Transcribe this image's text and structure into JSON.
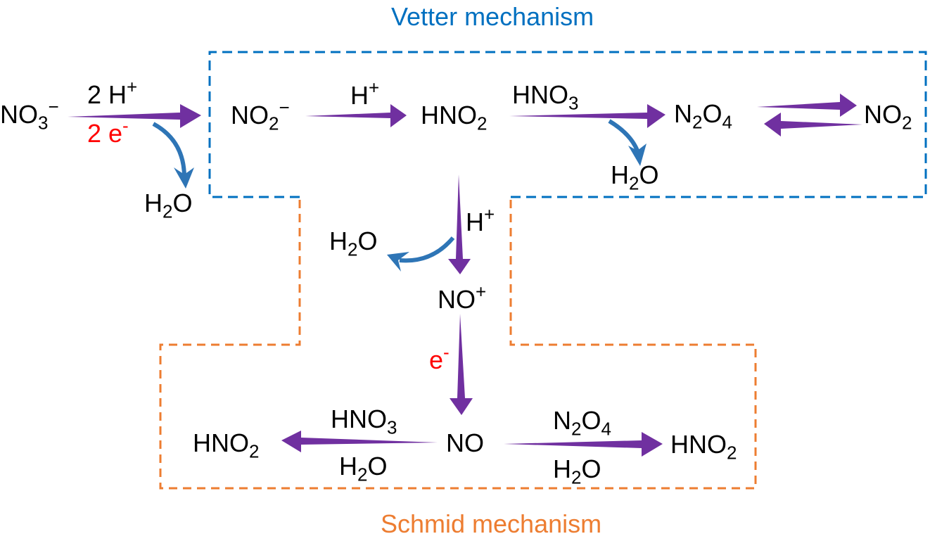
{
  "colors": {
    "vetter": "#0070c0",
    "schmid": "#ed7d31",
    "reaction_arrow": "#7030a0",
    "elimination_arrow": "#2e75b6",
    "electron_label": "#ff0000",
    "text": "#000000"
  },
  "titles": {
    "vetter": "Vetter mechanism",
    "schmid": "Schmid mechanism"
  },
  "species": {
    "nitrate": {
      "base": "NO",
      "sub": "3",
      "sup": "−"
    },
    "nitrite": {
      "base": "NO",
      "sub": "2",
      "sup": "−"
    },
    "hno2_top": {
      "pre": "HNO",
      "sub": "2"
    },
    "n2o4": {
      "a": "N",
      "sub1": "2",
      "b": "O",
      "sub2": "4"
    },
    "no2": {
      "base": "NO",
      "sub": "2"
    },
    "no_plus": {
      "base": "NO",
      "sup": "+"
    },
    "no": {
      "base": "NO"
    },
    "hno2_left": {
      "pre": "HNO",
      "sub": "2"
    },
    "hno2_right": {
      "pre": "HNO",
      "sub": "2"
    }
  },
  "arrow_labels": {
    "nitrate_reduction_top": {
      "base": "2 H",
      "sup": "+"
    },
    "nitrate_reduction_bottom": {
      "base": "2 e",
      "sup": "-"
    },
    "nitrate_water": {
      "a": "H",
      "sub": "2",
      "b": "O"
    },
    "nitrite_protonation": {
      "base": "H",
      "sup": "+"
    },
    "hno2_hno3_reagent": {
      "pre": "HNO",
      "sub": "3"
    },
    "hno2_hno3_water": {
      "a": "H",
      "sub": "2",
      "b": "O"
    },
    "hno2_protonation": {
      "base": "H",
      "sup": "+"
    },
    "hno2_protonation_water": {
      "a": "H",
      "sub": "2",
      "b": "O"
    },
    "no_plus_reduction": {
      "base": "e",
      "sup": "-"
    },
    "no_hno3_reagent": {
      "pre": "HNO",
      "sub": "3"
    },
    "no_hno3_water": {
      "a": "H",
      "sub": "2",
      "b": "O"
    },
    "no_n2o4_reagent": {
      "a": "N",
      "sub1": "2",
      "b": "O",
      "sub2": "4"
    },
    "no_n2o4_water": {
      "a": "H",
      "sub": "2",
      "b": "O"
    }
  },
  "reactions": [
    {
      "from": "NO3−",
      "to": "NO2−",
      "reagents": "2 H+, 2 e-",
      "byproduct": "H2O"
    },
    {
      "from": "NO2−",
      "to": "HNO2",
      "reagents": "H+"
    },
    {
      "from": "HNO2",
      "to": "N2O4",
      "reagents": "HNO3",
      "byproduct": "H2O"
    },
    {
      "from": "N2O4",
      "to": "NO2",
      "reversible": true
    },
    {
      "from": "HNO2",
      "to": "NO+",
      "reagents": "H+",
      "byproduct": "H2O"
    },
    {
      "from": "NO+",
      "to": "NO",
      "reagents": "e-"
    },
    {
      "from": "NO",
      "to": "HNO2",
      "reagents": "HNO3, H2O"
    },
    {
      "from": "NO",
      "to": "HNO2",
      "reagents": "N2O4, H2O"
    }
  ]
}
